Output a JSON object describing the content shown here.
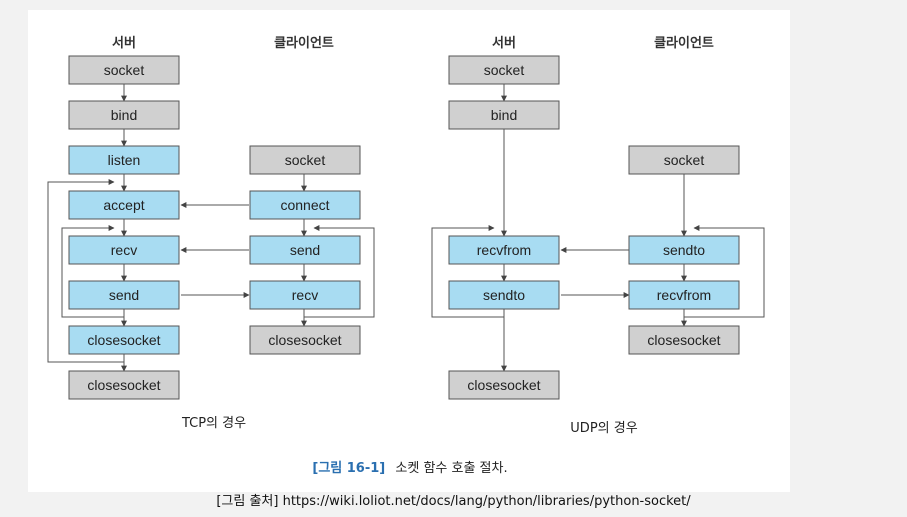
{
  "tcp": {
    "server_header": "서버",
    "client_header": "클라이언트",
    "server": [
      "socket",
      "bind",
      "listen",
      "accept",
      "recv",
      "send",
      "closesocket",
      "closesocket"
    ],
    "client": [
      "socket",
      "connect",
      "send",
      "recv",
      "closesocket"
    ],
    "subtitle": "TCP의 경우"
  },
  "udp": {
    "server_header": "서버",
    "client_header": "클라이언트",
    "server": [
      "socket",
      "bind",
      "recvfrom",
      "sendto",
      "closesocket"
    ],
    "client": [
      "socket",
      "sendto",
      "recvfrom",
      "closesocket"
    ],
    "subtitle": "UDP의 경우"
  },
  "caption": {
    "label": "[그림 16-1]",
    "text": "소켓 함수 호출 절차."
  },
  "source": "[그림 출처] https://wiki.loliot.net/docs/lang/python/libraries/python-socket/",
  "colors": {
    "gray_box": "#d0d0d0",
    "blue_box": "#a8dcf2",
    "caption_accent": "#2a6fb0"
  }
}
